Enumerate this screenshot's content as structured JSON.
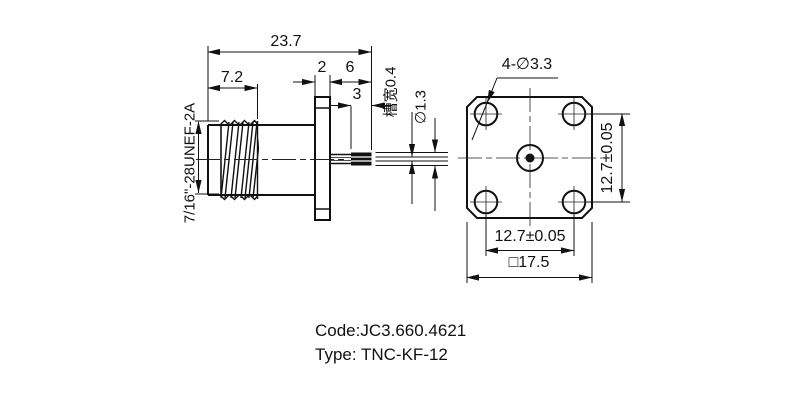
{
  "drawing": {
    "left_view": {
      "dim_overall_length": "23.7",
      "dim_thread_length": "7.2",
      "dim_flange_thickness": "2",
      "dim_pin_protrusion": "6",
      "dim_contact_length": "3",
      "thread_label": "7/16\"-28UNEF-2A",
      "slot_width_label": "槽宽0.4",
      "pin_diameter_label": "∅1.3"
    },
    "right_view": {
      "holes_label": "4-∅3.3",
      "dim_hole_spacing_vertical": "12.7±0.05",
      "dim_hole_spacing_horizontal": "12.7±0.05",
      "dim_flange_square": "□17.5"
    },
    "caption": {
      "code": "Code:JC3.660.4621",
      "type": "Type: TNC-KF-12"
    },
    "colors": {
      "line": "#111111",
      "background": "#ffffff"
    }
  }
}
